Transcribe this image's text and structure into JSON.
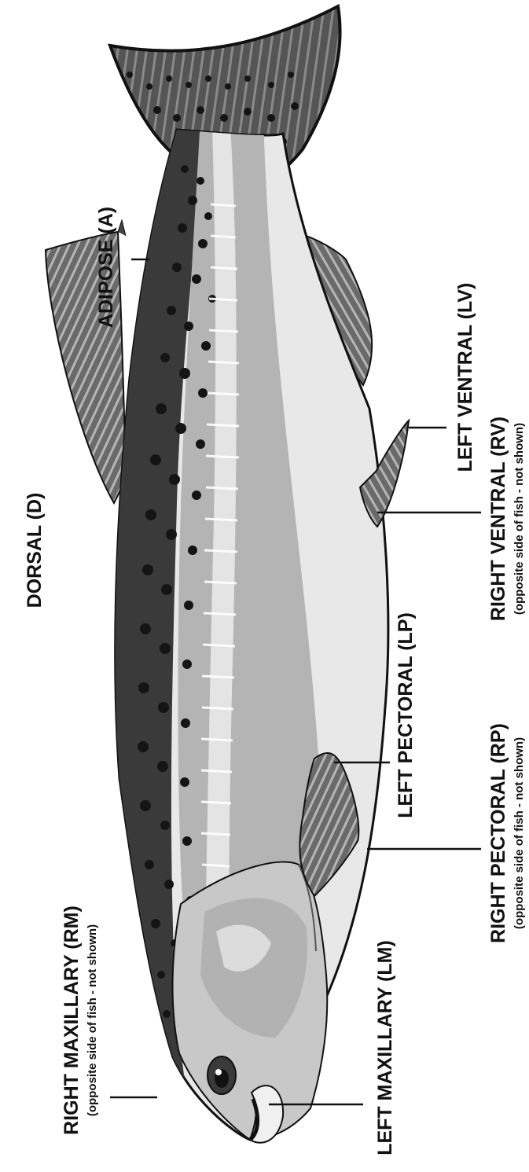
{
  "labels": {
    "adipose": {
      "main": "ADIPOSE (A)"
    },
    "dorsal": {
      "main": "DORSAL (D)"
    },
    "left_ventral": {
      "main": "LEFT VENTRAL (LV)"
    },
    "right_ventral": {
      "main": "RIGHT VENTRAL (RV)",
      "sub": "(opposite side of fish - not shown)"
    },
    "left_pectoral": {
      "main": "LEFT PECTORAL (LP)"
    },
    "right_pectoral": {
      "main": "RIGHT PECTORAL (RP)",
      "sub": "(opposite side of fish - not shown)"
    },
    "left_maxillary": {
      "main": "LEFT MAXILLARY (LM)"
    },
    "right_maxillary": {
      "main": "RIGHT MAXILLARY (RM)",
      "sub": "(opposite side of fish - not shown)"
    }
  },
  "colors": {
    "background": "#ffffff",
    "back": "#3a3a3a",
    "flank": "#b8b8b8",
    "belly": "#e8e8e8",
    "fin": "#6a6a6a",
    "spots": "#141414",
    "text": "#111111"
  }
}
